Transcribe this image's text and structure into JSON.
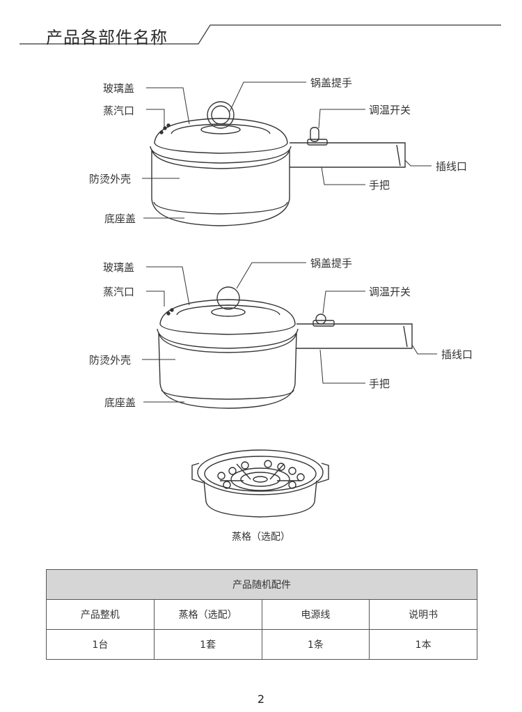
{
  "page": {
    "title": "产品各部件名称",
    "page_number": "2"
  },
  "diagram1": {
    "labels": {
      "glass_lid": "玻璃盖",
      "steam_vent": "蒸汽口",
      "anti_scald_shell": "防烫外壳",
      "base_cover": "底座盖",
      "lid_handle": "锅盖提手",
      "temp_switch": "调温开关",
      "plug_port": "插线口",
      "handle": "手把"
    }
  },
  "diagram2": {
    "labels": {
      "glass_lid": "玻璃盖",
      "steam_vent": "蒸汽口",
      "anti_scald_shell": "防烫外壳",
      "base_cover": "底座盖",
      "lid_handle": "锅盖提手",
      "temp_switch": "调温开关",
      "plug_port": "插线口",
      "handle": "手把"
    }
  },
  "steamer": {
    "caption": "蒸格（选配）"
  },
  "accessories_table": {
    "header": "产品随机配件",
    "columns": [
      "产品整机",
      "蒸格（选配）",
      "电源线",
      "说明书"
    ],
    "quantities": [
      "1台",
      "1套",
      "1条",
      "1本"
    ]
  }
}
